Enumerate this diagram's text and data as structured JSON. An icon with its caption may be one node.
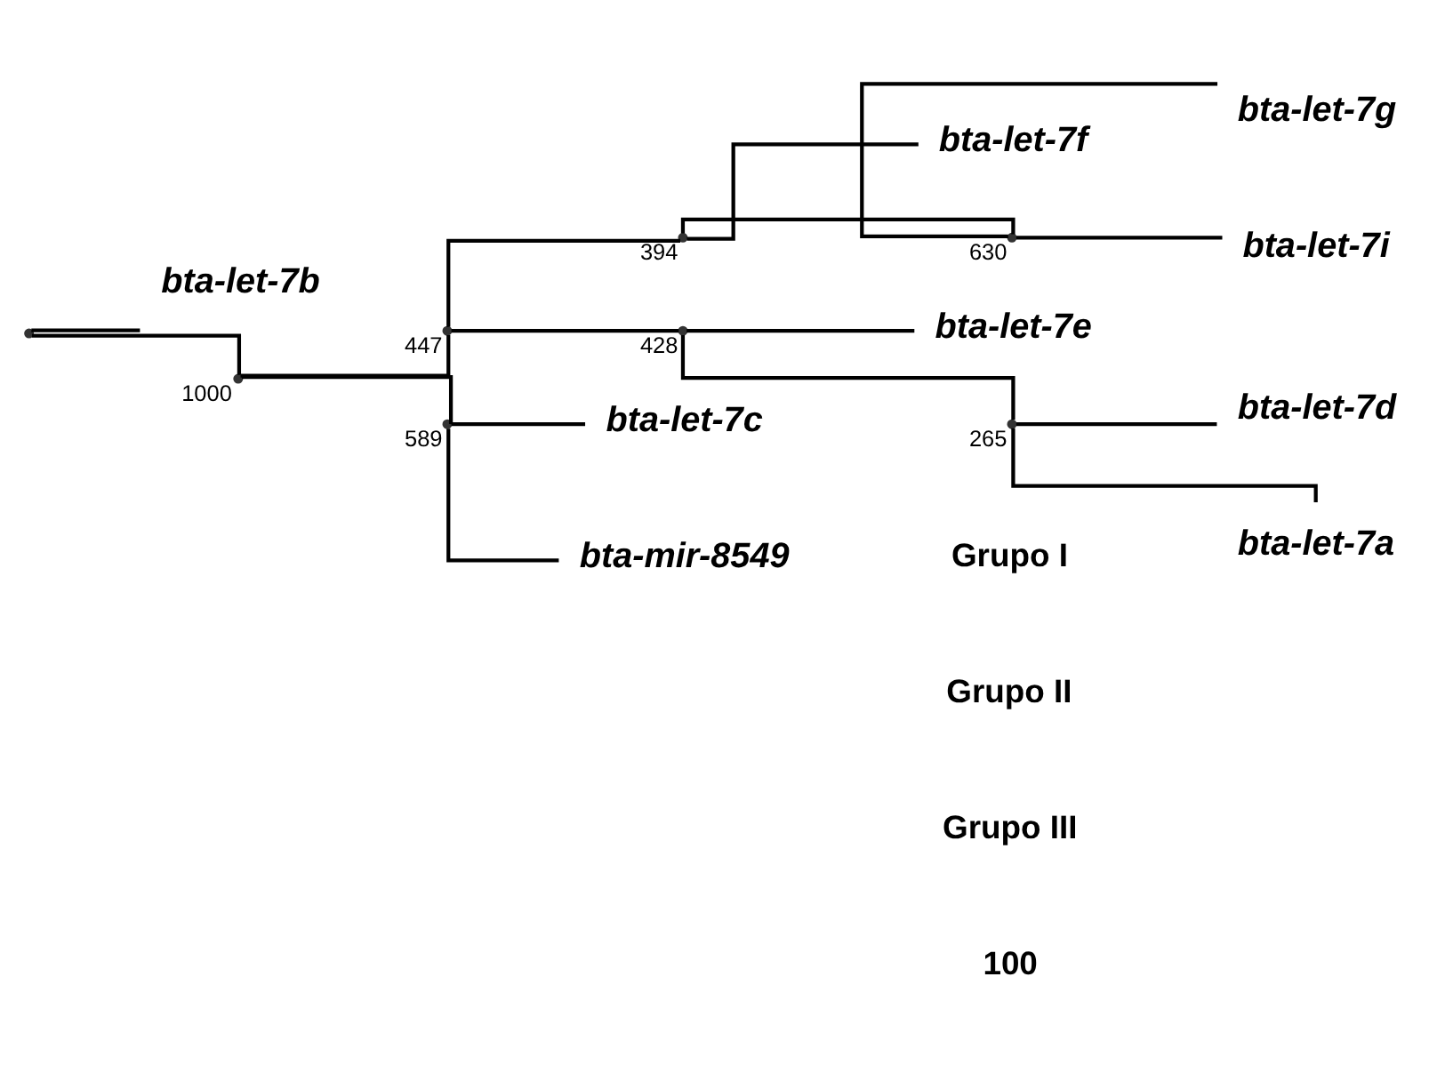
{
  "diagram": {
    "nodes": [
      {
        "text": [],
        "shape": "point"
      },
      {
        "text": [
          "bta-let-7b"
        ]
      },
      {
        "text": [],
        "shape": "point",
        "beside": [
          "1000"
        ]
      },
      {
        "text": [],
        "shape": "point",
        "beside": [
          "447"
        ]
      },
      {
        "text": [],
        "shape": "point",
        "beside": [
          "394"
        ]
      },
      {
        "text": [
          "bta-let-7f"
        ]
      },
      {
        "text": [],
        "shape": "point",
        "beside": [
          "630"
        ]
      },
      {
        "text": [
          "bta-let-7g"
        ]
      },
      {
        "text": [
          "bta-let-7i"
        ]
      },
      {
        "text": [],
        "shape": "point",
        "beside": [
          "428"
        ]
      },
      {
        "text": [
          "bta-let-7e"
        ]
      },
      {
        "text": [],
        "shape": "point",
        "beside": [
          "265"
        ]
      },
      {
        "text": [
          "bta-let-7d"
        ]
      },
      {
        "text": [
          "bta-let-7a"
        ]
      },
      {
        "text": [],
        "shape": "point",
        "beside": [
          "589"
        ]
      },
      {
        "text": [
          "bta-let-7c"
        ]
      },
      {
        "text": [
          "bta-mir-8549"
        ]
      }
    ],
    "edges": [
      {
        "from": 0,
        "to": 1,
        "arrow": "none"
      },
      {
        "from": 0,
        "to": 2,
        "arrow": "none"
      },
      {
        "from": 2,
        "to": 3,
        "arrow": "none"
      },
      {
        "from": 3,
        "to": 4,
        "arrow": "none"
      },
      {
        "from": 4,
        "to": 5,
        "arrow": "none"
      },
      {
        "from": 4,
        "to": 6,
        "arrow": "none"
      },
      {
        "from": 6,
        "to": 7,
        "arrow": "none"
      },
      {
        "from": 6,
        "to": 8,
        "arrow": "none"
      },
      {
        "from": 3,
        "to": 9,
        "arrow": "none"
      },
      {
        "from": 9,
        "to": 10,
        "arrow": "none"
      },
      {
        "from": 9,
        "to": 11,
        "arrow": "none"
      },
      {
        "from": 11,
        "to": 12,
        "arrow": "none"
      },
      {
        "from": 11,
        "to": 13,
        "arrow": "none"
      },
      {
        "from": 2,
        "to": 14,
        "arrow": "none"
      },
      {
        "from": 14,
        "to": 15,
        "arrow": "none"
      },
      {
        "from": 14,
        "to": 16,
        "arrow": "none"
      }
    ],
    "labels": [
      "Grupo I",
      "Grupo II",
      "Grupo III",
      "100"
    ]
  }
}
